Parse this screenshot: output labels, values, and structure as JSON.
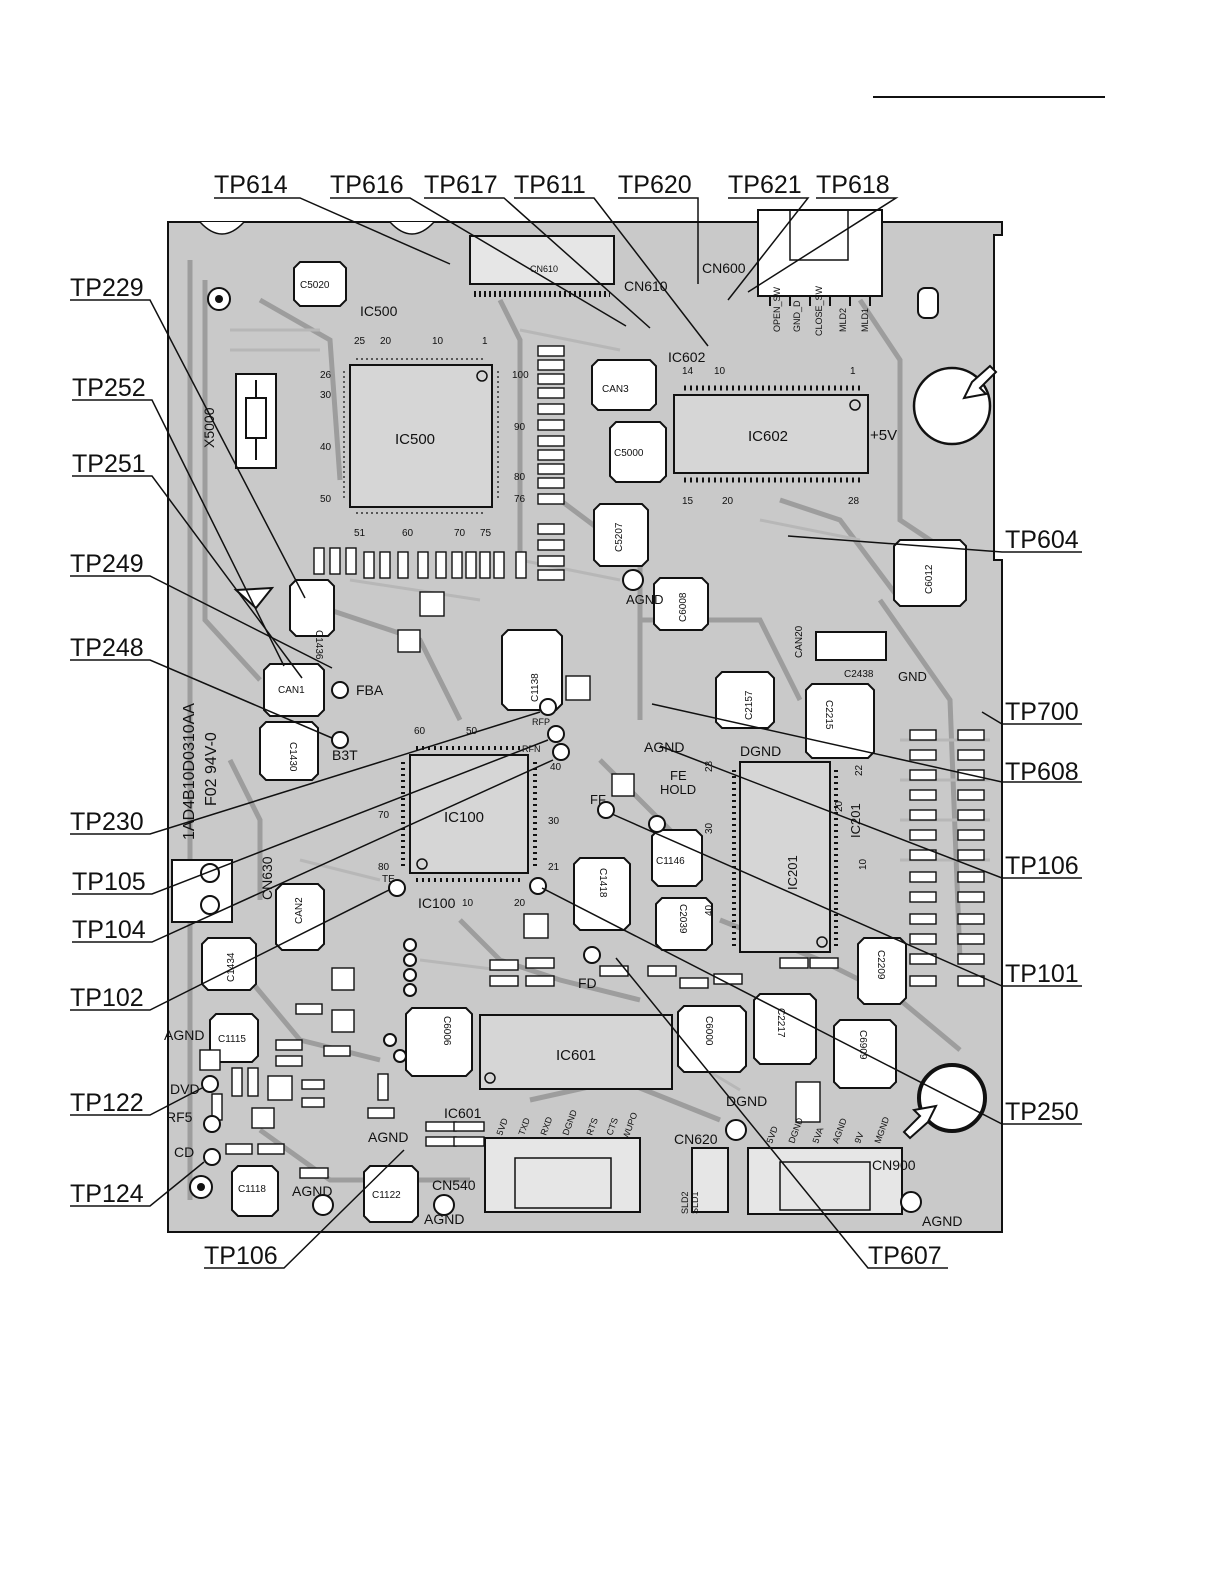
{
  "colors": {
    "board": "#c9c9c9",
    "trace": "#a6a6a6",
    "ink": "#111111",
    "pad": "#ffffff"
  },
  "test_points": {
    "tp614": "TP614",
    "tp616": "TP616",
    "tp617": "TP617",
    "tp611": "TP611",
    "tp620": "TP620",
    "tp621": "TP621",
    "tp618": "TP618",
    "tp229": "TP229",
    "tp252": "TP252",
    "tp251": "TP251",
    "tp249": "TP249",
    "tp248": "TP248",
    "tp230": "TP230",
    "tp105": "TP105",
    "tp104": "TP104",
    "tp102": "TP102",
    "tp122": "TP122",
    "tp124": "TP124",
    "tp106_bottom": "TP106",
    "tp604": "TP604",
    "tp700": "TP700",
    "tp608": "TP608",
    "tp106_right": "TP106",
    "tp101": "TP101",
    "tp250": "TP250",
    "tp607": "TP607"
  },
  "ics": {
    "ic500": "IC500",
    "ic602": "IC602",
    "ic100": "IC100",
    "ic201": "IC201",
    "ic601": "IC601"
  },
  "connectors": {
    "cn610": "CN610",
    "cn600": "CN600",
    "cn620": "CN620",
    "cn630": "CN630",
    "cn540": "CN540",
    "cn900": "CN900"
  },
  "components": {
    "c5020": "C5020",
    "x5000": "X5000",
    "can3": "CAN3",
    "c5000": "C5000",
    "c5207": "C5207",
    "c6008": "C6008",
    "c6012": "C6012",
    "c1436": "C1436",
    "can1": "CAN1",
    "c1430": "C1430",
    "c1138": "C1138",
    "c2157": "C2157",
    "c2215": "C2215",
    "can20": "CAN20",
    "c1146": "C1146",
    "c1418": "C1418",
    "c2039": "C2039",
    "c2209": "C2209",
    "can2": "CAN2",
    "c1434": "C1434",
    "c1115": "C1115",
    "c6006": "C6006",
    "c6000": "C6000",
    "c2217": "C2217",
    "c6909": "C6909",
    "c1118": "C1118",
    "c1122": "C1122",
    "c2438": "C2438"
  },
  "silk": {
    "board_id": "1AD4B10D0310AA",
    "flammability": "F02 94V-0",
    "plus5v": "+5V",
    "agnd": "AGND",
    "dgnd": "DGND",
    "gnd": "GND",
    "fba": "FBA",
    "b3t": "B3T",
    "rfp": "RFP",
    "rfn": "RFN",
    "fe": "FE",
    "hold": "HOLD",
    "ff": "FF",
    "fd": "FD",
    "te": "TE",
    "dvd": "DVD",
    "rf5": "RF5",
    "cd": "CD",
    "sld2": "SLD2",
    "sld1": "SLD1",
    "cn600_pins": [
      "OPEN_SW",
      "GND_D",
      "CLOSE_SW",
      "MLD2",
      "MLD1"
    ],
    "cn620_pins": [
      "5VD",
      "TXD",
      "RXD",
      "DGND",
      "RTS",
      "CTS",
      "WUPO"
    ],
    "cn900_pins": [
      "5VD",
      "DGND",
      "5VA",
      "AGND",
      "9V",
      "MGND"
    ],
    "ic500_pins": [
      "25",
      "20",
      "10",
      "1",
      "26",
      "30",
      "40",
      "50",
      "51",
      "60",
      "70",
      "75",
      "76",
      "80",
      "90",
      "100"
    ],
    "ic602_pins": [
      "14",
      "10",
      "1",
      "15",
      "20",
      "28"
    ],
    "ic100_pins": [
      "50",
      "60",
      "40",
      "70",
      "30",
      "80",
      "21",
      "10",
      "20"
    ],
    "ic201_pins": [
      "23",
      "22",
      "20",
      "30",
      "10",
      "40"
    ]
  }
}
